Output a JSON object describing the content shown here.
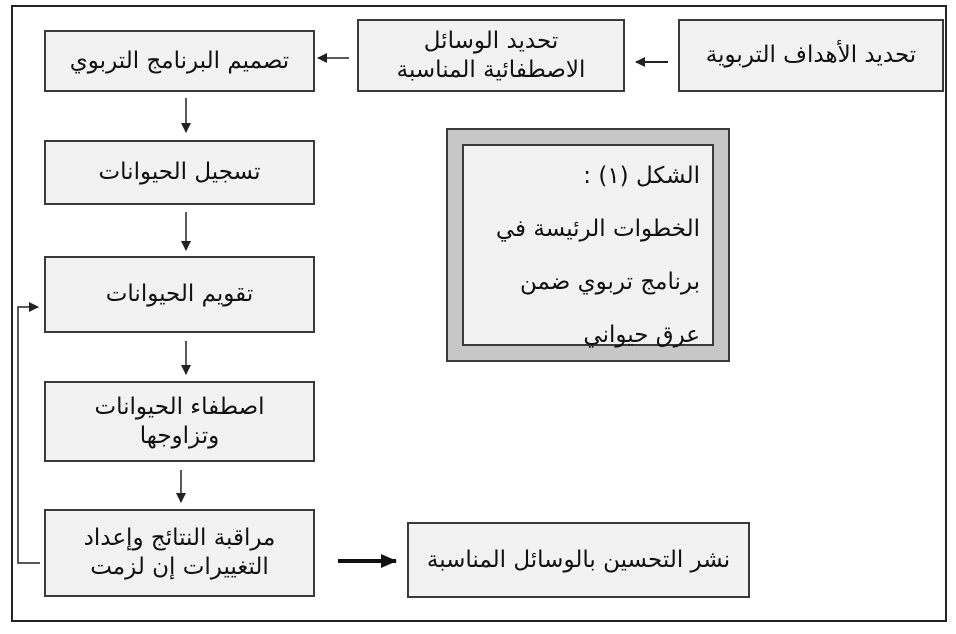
{
  "boxes": {
    "set_goals": "تحديد الأهداف التربوية",
    "set_means": [
      "تحديد الوسائل",
      "الاصطفائية المناسبة"
    ],
    "design_program": "تصميم البرنامج التربوي",
    "register_animals": "تسجيل الحيوانات",
    "evaluate_animals": "تقويم الحيوانات",
    "select_mate": [
      "اصطفاء الحيوانات",
      "وتزاوجها"
    ],
    "monitor_results": [
      "مراقبة النتائج وإعداد",
      "التغييرات إن لزمت"
    ],
    "disseminate": "نشر التحسين بالوسائل المناسبة"
  },
  "caption": {
    "lines": [
      "الشكل (١) :",
      "الخطوات الرئيسة في",
      "برنامج تربوي ضمن",
      "عرق حيواني"
    ]
  },
  "colors": {
    "box_fill": "#f2f2f2",
    "border": "#3a3a3a",
    "caption_frame": "#c7c7c7"
  }
}
